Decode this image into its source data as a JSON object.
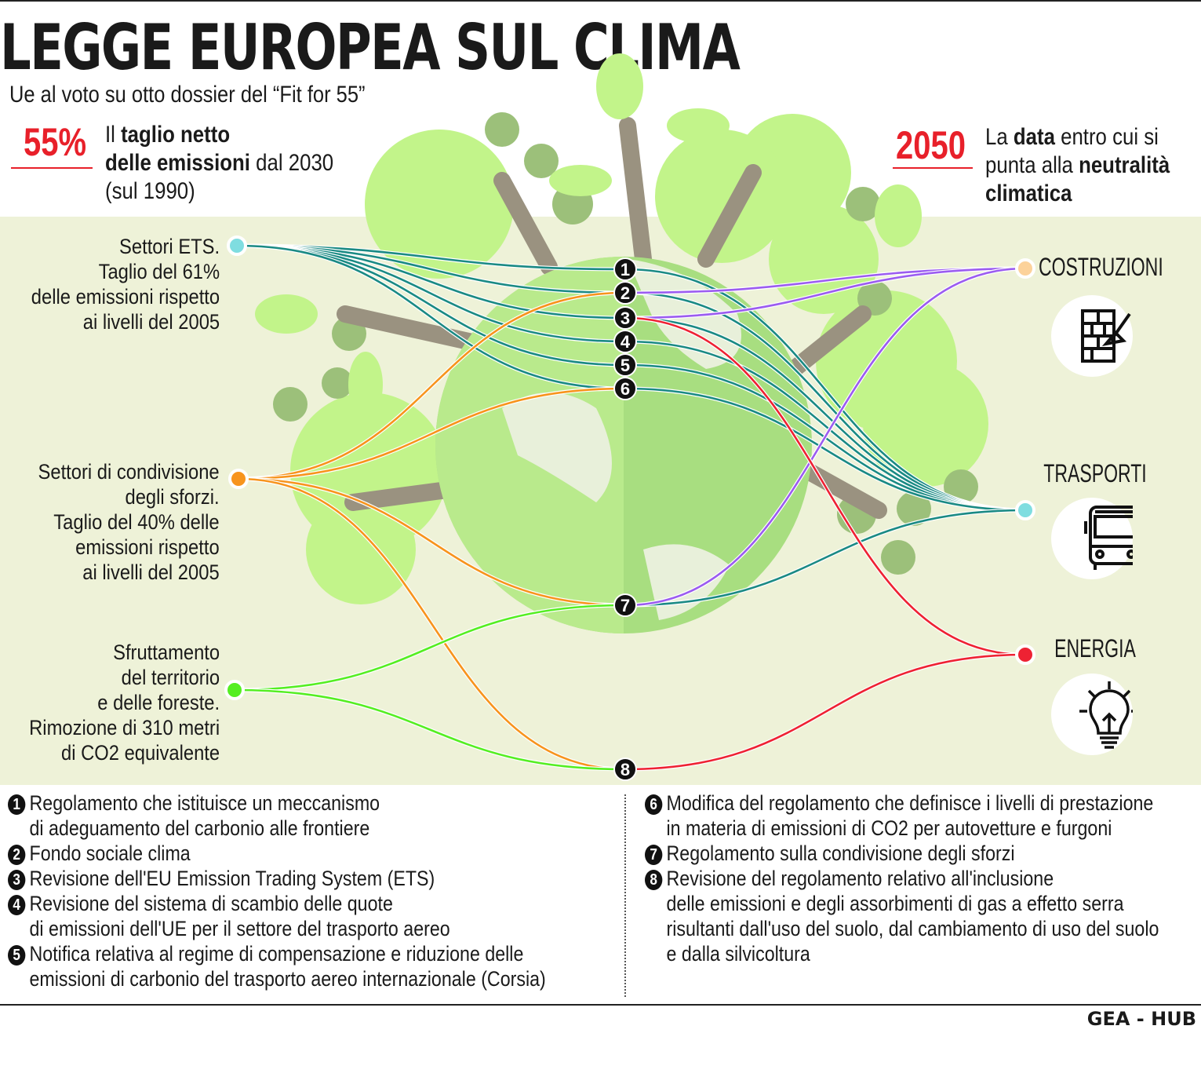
{
  "header": {
    "title": "LEGGE EUROPEA SUL CLIMA",
    "subtitle": "Ue al voto su otto dossier del “Fit for 55”"
  },
  "stats": [
    {
      "value": "55%",
      "pre": "Il ",
      "bold1": "taglio netto",
      "bold2": "delle emissioni",
      "post": " dal 2030",
      "line3": "(sul 1990)"
    },
    {
      "value": "2050",
      "line1": "La ",
      "bold1": "data",
      "post1": " entro cui si",
      "line2pre": "punta alla ",
      "bold2": "neutralità",
      "bold3": "climatica"
    }
  ],
  "sources": [
    {
      "id": "ets",
      "lines": [
        "Settori ETS.",
        "Taglio del 61%",
        "delle emissioni rispetto",
        "ai livelli del 2005"
      ],
      "color": "#7fdde0"
    },
    {
      "id": "condivisione",
      "lines": [
        "Settori di condivisione",
        "degli sforzi.",
        "Taglio del 40% delle",
        "emissioni rispetto",
        "ai livelli del 2005"
      ],
      "color": "#f7941d"
    },
    {
      "id": "territorio",
      "lines": [
        "Sfruttamento",
        "del territorio",
        "e delle foreste.",
        "Rimozione di 310 metri",
        "di CO2 equivalente"
      ],
      "color": "#55ee22"
    }
  ],
  "targets": [
    {
      "id": "costruzioni",
      "label": "COSTRUZIONI",
      "icon": "brick-wall-trowel-icon",
      "color": "#fcd29a"
    },
    {
      "id": "trasporti",
      "label": "TRASPORTI",
      "icon": "bus-icon",
      "color": "#7fdde0"
    },
    {
      "id": "energia",
      "label": "ENERGIA",
      "icon": "lightbulb-icon",
      "color": "#ee2233"
    }
  ],
  "line_colors": {
    "ets": "#1a8a84",
    "condivisione": "#f7941d",
    "territorio": "#55ee22",
    "costruzioni": "#9b5cf0",
    "trasporti": "#1a8a84",
    "energia": "#ee2233"
  },
  "connections": [
    [
      "ets",
      1
    ],
    [
      "ets",
      2
    ],
    [
      "ets",
      3
    ],
    [
      "ets",
      4
    ],
    [
      "ets",
      5
    ],
    [
      "ets",
      6
    ],
    [
      "condivisione",
      2
    ],
    [
      "condivisione",
      6
    ],
    [
      "condivisione",
      7
    ],
    [
      "condivisione",
      8
    ],
    [
      "territorio",
      7
    ],
    [
      "territorio",
      8
    ],
    [
      1,
      "trasporti"
    ],
    [
      2,
      "trasporti"
    ],
    [
      3,
      "trasporti"
    ],
    [
      4,
      "trasporti"
    ],
    [
      5,
      "trasporti"
    ],
    [
      6,
      "trasporti"
    ],
    [
      7,
      "trasporti"
    ],
    [
      2,
      "costruzioni"
    ],
    [
      3,
      "costruzioni"
    ],
    [
      7,
      "costruzioni"
    ],
    [
      3,
      "energia"
    ],
    [
      8,
      "energia"
    ]
  ],
  "dossiers": [
    {
      "n": "1",
      "lines": [
        "Regolamento che istituisce un meccanismo",
        "di adeguamento del carbonio alle frontiere"
      ]
    },
    {
      "n": "2",
      "lines": [
        "Fondo sociale clima"
      ]
    },
    {
      "n": "3",
      "lines": [
        "Revisione dell'EU Emission Trading System (ETS)"
      ]
    },
    {
      "n": "4",
      "lines": [
        "Revisione del sistema di scambio delle quote",
        "di emissioni dell'UE per il settore del trasporto aereo"
      ]
    },
    {
      "n": "5",
      "lines": [
        "Notifica relativa al regime di compensazione e riduzione delle",
        "emissioni di carbonio del trasporto aereo internazionale (Corsia)"
      ]
    },
    {
      "n": "6",
      "lines": [
        "Modifica del regolamento che definisce i livelli di prestazione",
        "in materia di emissioni di CO2 per autovetture e furgoni"
      ]
    },
    {
      "n": "7",
      "lines": [
        "Regolamento sulla condivisione degli sforzi"
      ]
    },
    {
      "n": "8",
      "lines": [
        "Revisione del regolamento relativo all'inclusione",
        "delle emissioni e degli assorbimenti di gas a effetto serra",
        "risultanti dall'uso del suolo, dal cambiamento di uso del suolo",
        "e dalla silvicoltura"
      ]
    }
  ],
  "footer": {
    "credit": "GEA - HUB"
  }
}
